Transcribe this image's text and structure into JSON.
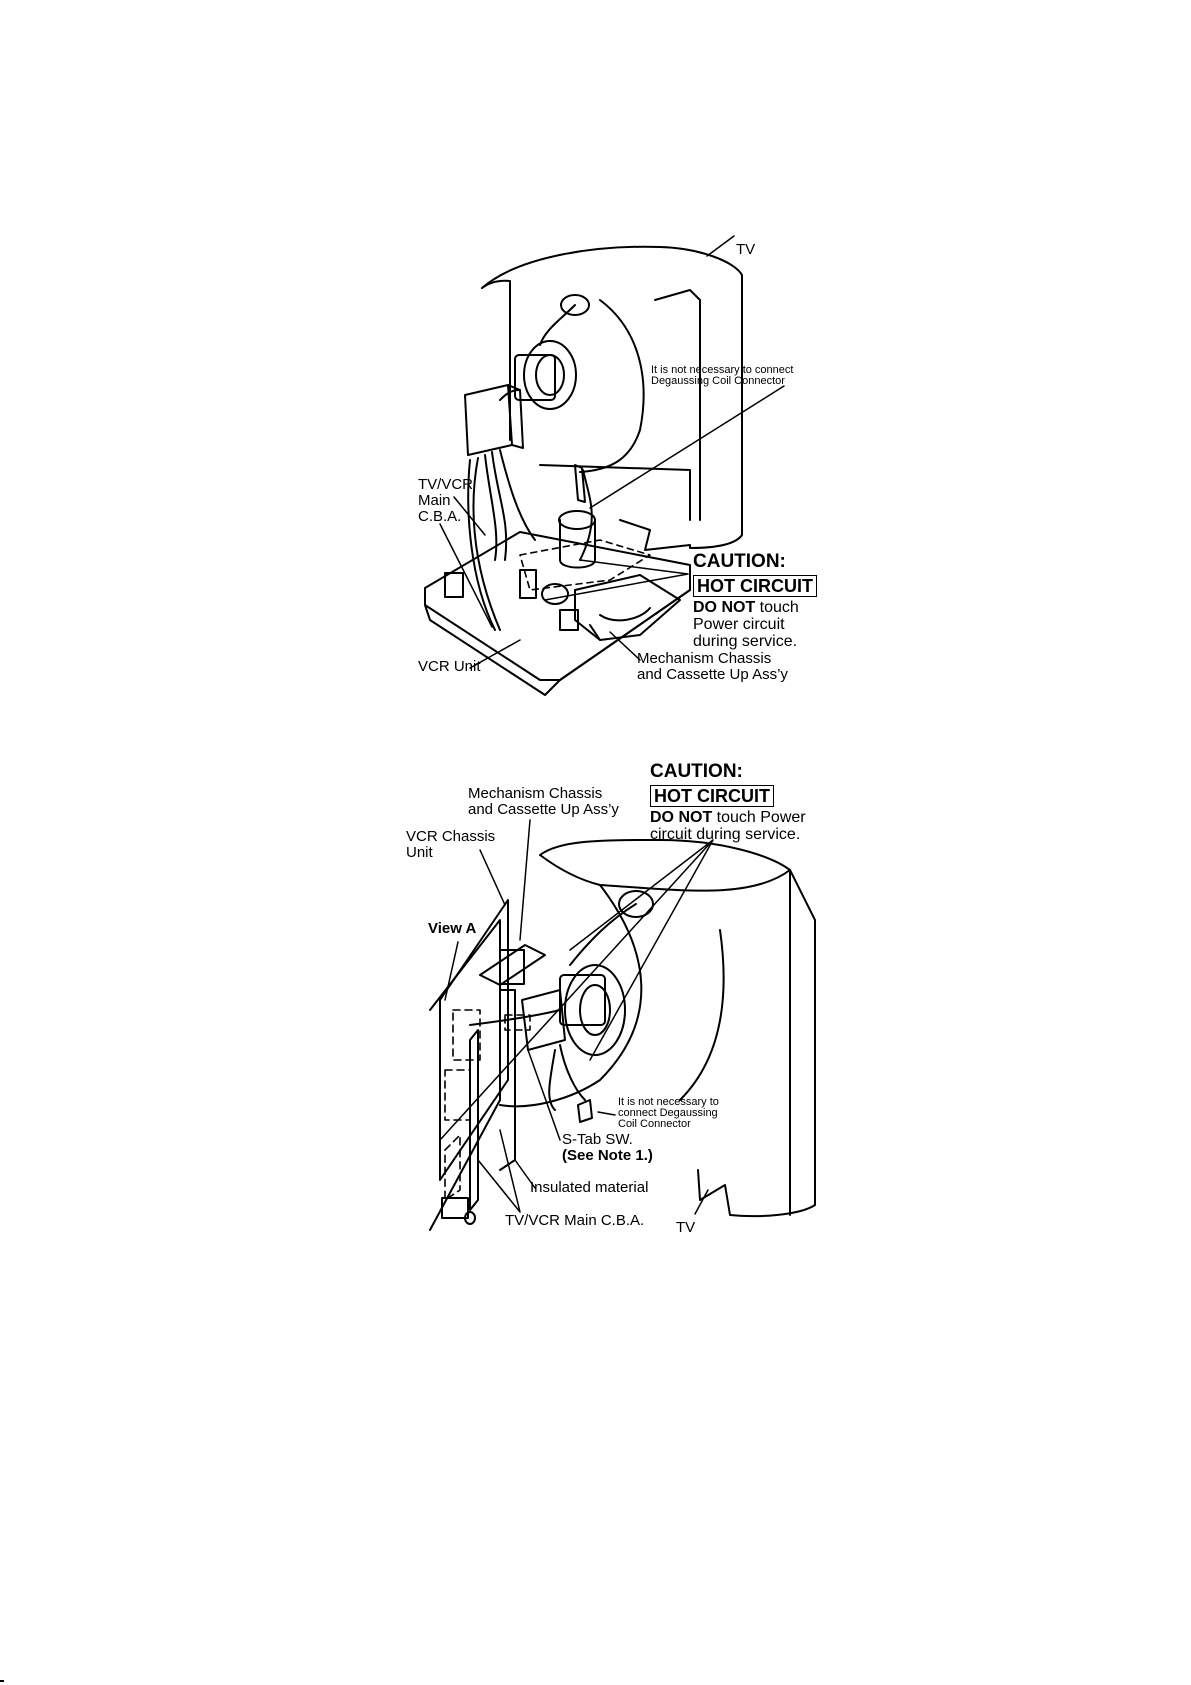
{
  "figure1": {
    "tv_label": "TV",
    "degauss_note_l1": "It is not necessary to connect",
    "degauss_note_l2": "Degaussing Coil Connector",
    "main_cba_l1": "TV/VCR",
    "main_cba_l2": "Main",
    "main_cba_l3": "C.B.A.",
    "vcr_unit": "VCR Unit",
    "mechanism_l1": "Mechanism Chassis",
    "mechanism_l2": "and Cassette Up Ass’y",
    "caution_title": "CAUTION:",
    "caution_hot": "HOT CIRCUIT",
    "caution_do_not": "DO NOT",
    "caution_touch": " touch",
    "caution_l2": "Power circuit",
    "caution_l3": "during service."
  },
  "figure2": {
    "caution_title": "CAUTION:",
    "caution_hot": "HOT CIRCUIT",
    "caution_do_not": "DO NOT",
    "caution_touch": " touch Power",
    "caution_l2": "circuit during service.",
    "mechanism_l1": "Mechanism Chassis",
    "mechanism_l2": "and Cassette Up Ass’y",
    "vcr_chassis_l1": "VCR Chassis",
    "vcr_chassis_l2": "Unit",
    "view_a": "View A",
    "degauss_note_l1": "It is not necessary to",
    "degauss_note_l2": "connect Degaussing",
    "degauss_note_l3": "Coil Connector",
    "stab_l1": "S-Tab SW.",
    "stab_l2": "(See Note 1.)",
    "insulated": "Insulated material",
    "main_cba": "TV/VCR Main C.B.A.",
    "tv_label": "TV"
  }
}
